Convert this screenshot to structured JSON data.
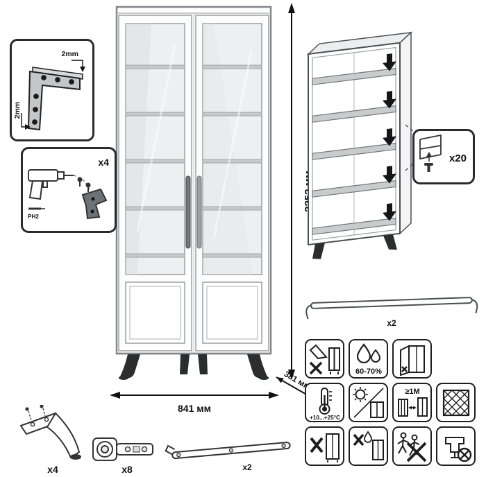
{
  "diagram": {
    "dimensions": {
      "height": "2252 мм",
      "width": "841 мм",
      "depth": "381 мм"
    },
    "corner_detail": {
      "gap_top": "2mm",
      "gap_side": "2mm"
    },
    "drill_detail": {
      "qty": "x4",
      "bit": "PH2"
    },
    "pin_detail": {
      "qty": "x20"
    },
    "rail_detail": {
      "qty": "x2"
    },
    "hardware": {
      "leg_qty": "x4",
      "hinge_qty": "x8",
      "strap_qty": "x2"
    },
    "care": {
      "humidity": "60-70%",
      "temperature": "+10...+25°C",
      "clearance": "≥1M"
    },
    "colors": {
      "outline": "#2b2b2b",
      "panel_gray": "#c9cccd",
      "glass": "#edeff0",
      "black": "#1d1d1d"
    },
    "icons": [
      "no-sharp-objects-icon",
      "humidity-icon",
      "door-care-icon",
      "temperature-range-icon",
      "no-sunlight-icon",
      "heat-clearance-icon",
      "ventilation-grid-icon",
      "no-tip-icon",
      "no-wet-cleaning-icon",
      "no-climbing-icon",
      "no-clamping-icon"
    ]
  }
}
